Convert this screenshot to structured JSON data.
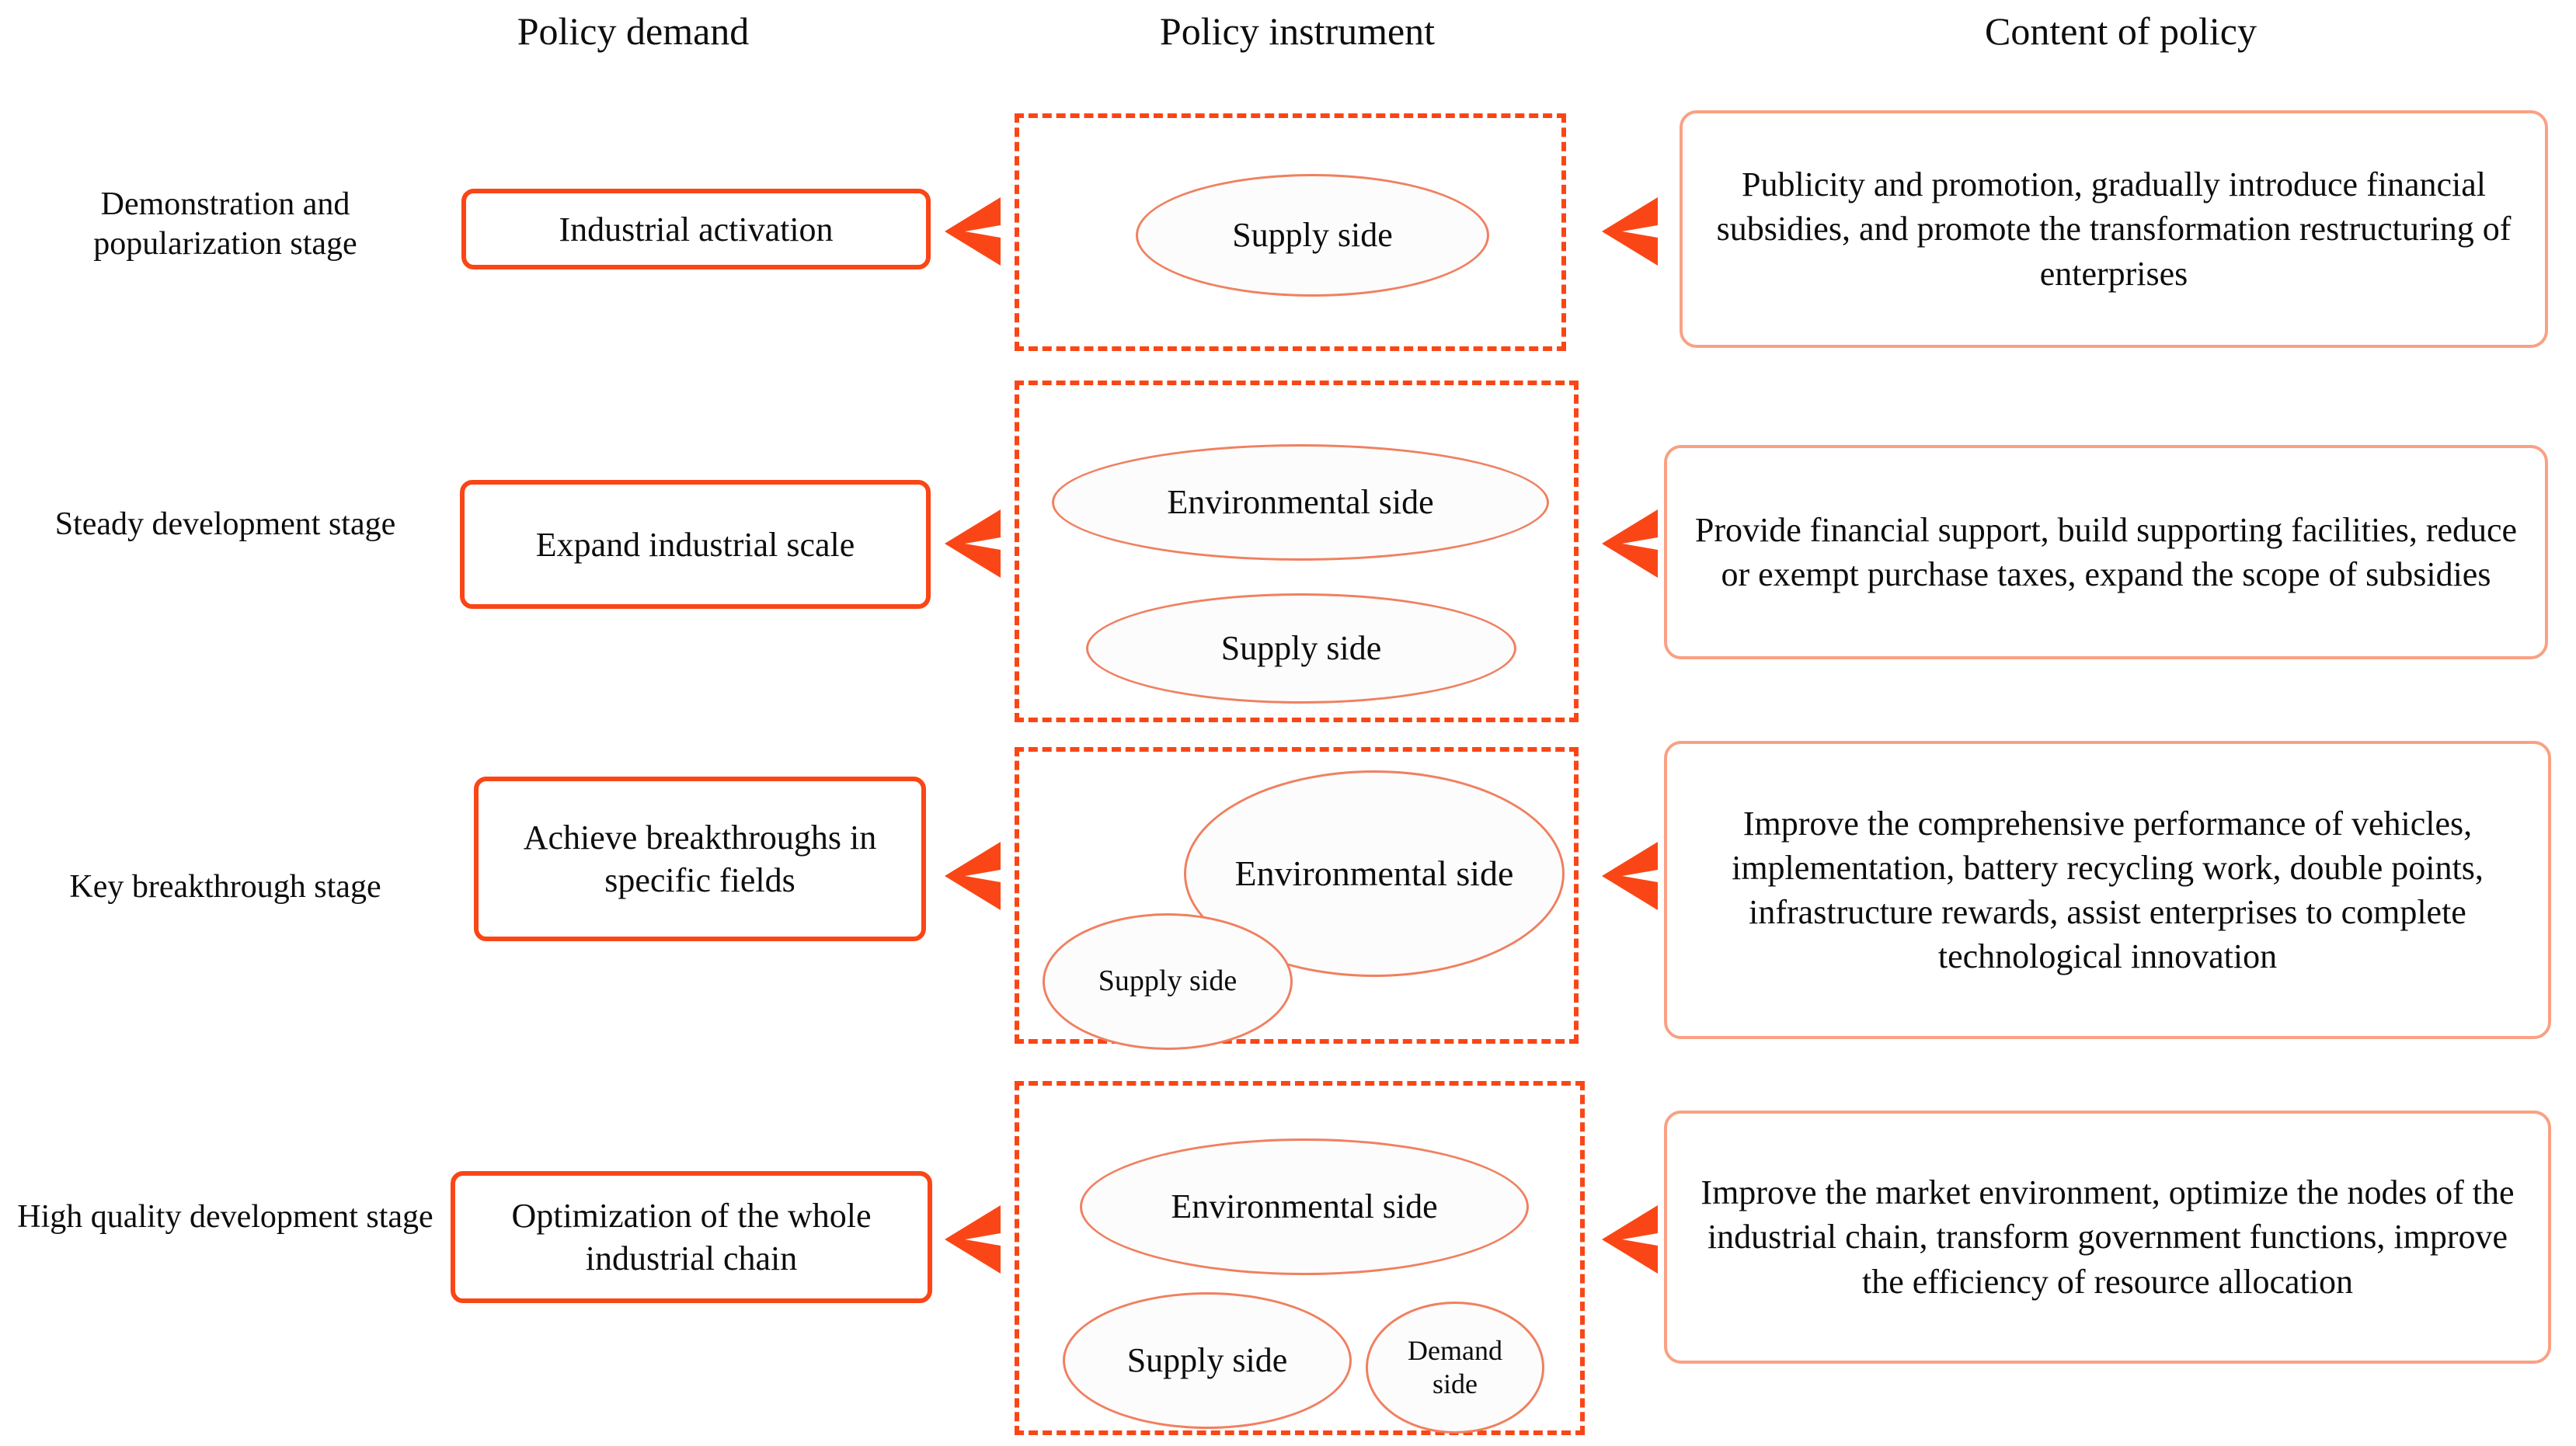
{
  "headers": {
    "demand": "Policy demand",
    "instrument": "Policy instrument",
    "content": "Content of policy"
  },
  "colors": {
    "accent_strong": "#FA4616",
    "accent_light": "#F9A183",
    "ellipse_stroke": "#F08060",
    "text": "#0d0d0d",
    "background": "#ffffff"
  },
  "rows": [
    {
      "stage": "Demonstration and popularization stage",
      "demand": "Industrial activation",
      "instruments": [
        "Supply side"
      ],
      "content": "Publicity and promotion, gradually introduce financial subsidies, and promote the transformation restructuring of enterprises"
    },
    {
      "stage": "Steady development stage",
      "demand": "Expand industrial scale",
      "instruments": [
        "Environmental side",
        "Supply side"
      ],
      "content": "Provide financial support, build supporting facilities, reduce or exempt purchase taxes, expand the scope of subsidies"
    },
    {
      "stage": "Key breakthrough stage",
      "demand": "Achieve breakthroughs in specific fields",
      "instruments": [
        "Environmental side",
        "Supply side"
      ],
      "content": "Improve the comprehensive performance of vehicles, implementation, battery recycling work, double points, infrastructure rewards, assist enterprises to complete technological innovation"
    },
    {
      "stage": "High quality development stage",
      "demand": "Optimization of the whole industrial chain",
      "instruments": [
        "Environmental side",
        "Supply side",
        "Demand side"
      ],
      "content": "Improve the market environment, optimize the nodes of the industrial chain, transform government functions, improve the efficiency of resource allocation"
    }
  ],
  "arrows": {
    "direction": "left",
    "count": 8,
    "label": "flow-arrow-left"
  }
}
